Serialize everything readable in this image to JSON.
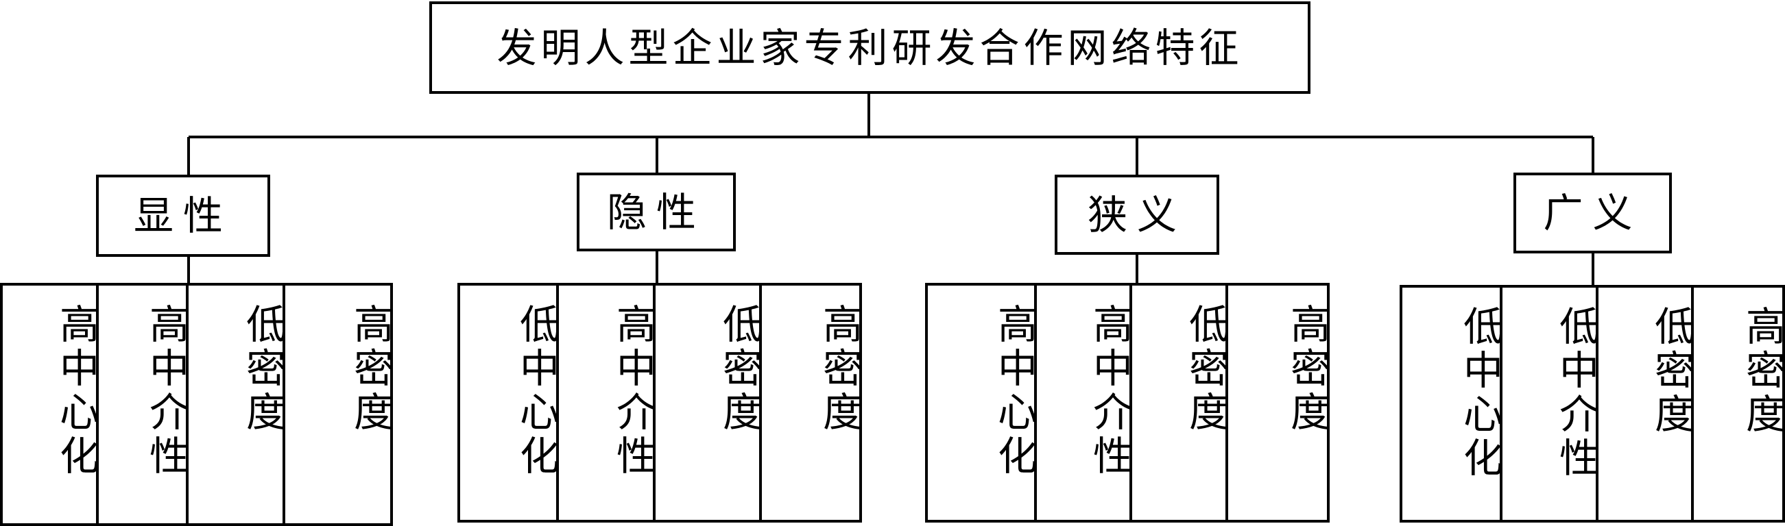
{
  "root": {
    "title": "发明人型企业家专利研发合作网络特征"
  },
  "categories": [
    {
      "label": "显性",
      "cells": [
        "高中心化",
        "高中介性",
        "低密度",
        "高密度"
      ]
    },
    {
      "label": "隐性",
      "cells": [
        "低中心化",
        "高中介性",
        "低密度",
        "高密度"
      ]
    },
    {
      "label": "狭义",
      "cells": [
        "高中心化",
        "高中介性",
        "低密度",
        "高密度"
      ]
    },
    {
      "label": "广义",
      "cells": [
        "低中心化",
        "低中介性",
        "低密度",
        "高密度"
      ]
    }
  ]
}
